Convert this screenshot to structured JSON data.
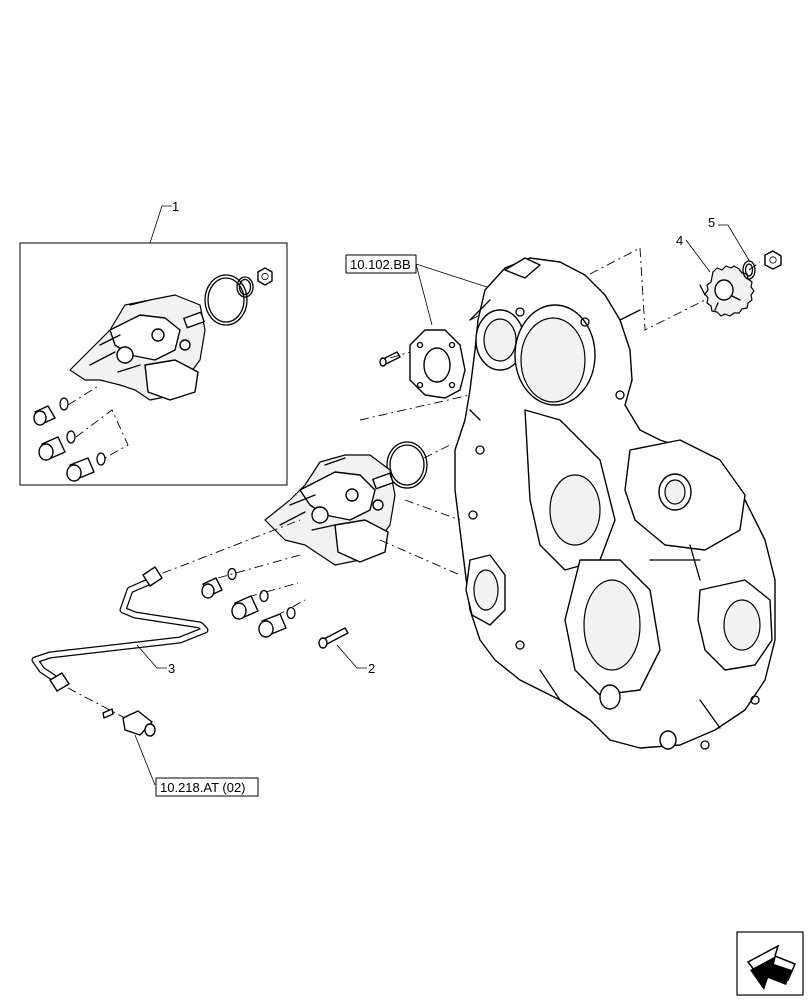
{
  "callouts": {
    "c1": "1",
    "c2": "2",
    "c3": "3",
    "c4": "4",
    "c5": "5"
  },
  "references": {
    "ref_top": "10.102.BB",
    "ref_bottom": "10.218.AT (02)"
  },
  "nav_icon": "next-page-arrow-icon"
}
